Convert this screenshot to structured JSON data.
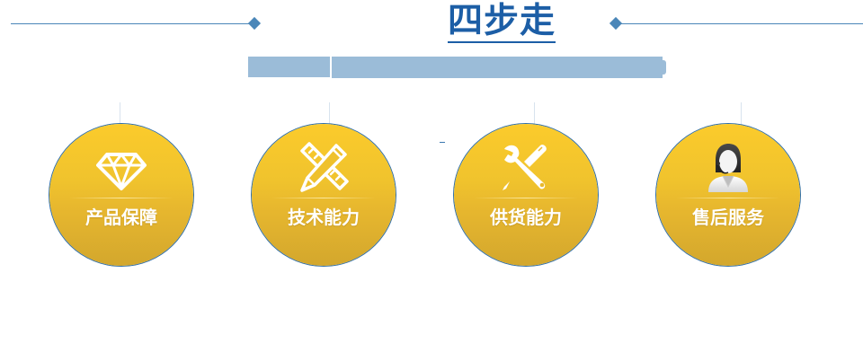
{
  "header": {
    "title": "四步走",
    "title_color": "#1c5ea6",
    "line_color": "#4a86b8",
    "subtitle_bar_color": "#9bbcd8"
  },
  "steps": [
    {
      "label": "产品保障",
      "icon": "diamond-icon"
    },
    {
      "label": "技术能力",
      "icon": "ruler-pencil-icon"
    },
    {
      "label": "供货能力",
      "icon": "wrench-screwdriver-icon"
    },
    {
      "label": "售后服务",
      "icon": "customer-service-agent-icon"
    }
  ],
  "colors": {
    "circle_top": "#fbcb2c",
    "circle_bottom": "#d3a72d",
    "circle_border": "#2f6ea8",
    "label_text": "#ffffff"
  }
}
